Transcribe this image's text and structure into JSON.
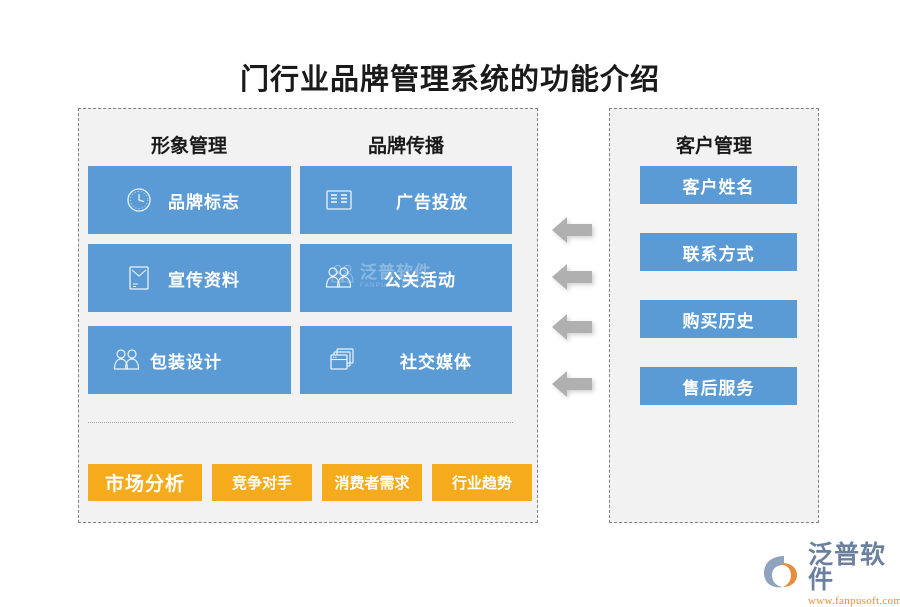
{
  "title": "门行业品牌管理系统的功能介绍",
  "colors": {
    "blue": "#5b9bd5",
    "orange": "#f5ab1c",
    "panel_bg": "#f2f2f2",
    "panel_border": "#808080",
    "arrow": "#b0b0b0",
    "title_text": "#1a1a1a",
    "logo_cn": "#6b7f9e",
    "logo_url": "#e98a3c"
  },
  "brand_panel": {
    "columns": [
      {
        "header": "形象管理",
        "items": [
          {
            "label": "品牌标志",
            "icon": "clock-icon"
          },
          {
            "label": "宣传资料",
            "icon": "document-envelope-icon"
          },
          {
            "label": "包装设计",
            "icon": "people-group-icon"
          }
        ]
      },
      {
        "header": "品牌传播",
        "items": [
          {
            "label": "广告投放",
            "icon": "billboard-list-icon"
          },
          {
            "label": "公关活动",
            "icon": "people-group-icon"
          },
          {
            "label": "社交媒体",
            "icon": "stacked-windows-icon"
          }
        ]
      }
    ],
    "analysis_items": [
      {
        "label": "市场分析"
      },
      {
        "label": "竞争对手"
      },
      {
        "label": "消费者需求"
      },
      {
        "label": "行业趋势"
      }
    ]
  },
  "customer_panel": {
    "header": "客户管理",
    "items": [
      {
        "label": "客户姓名"
      },
      {
        "label": "联系方式"
      },
      {
        "label": "购买历史"
      },
      {
        "label": "售后服务"
      }
    ]
  },
  "arrows": {
    "count": 4,
    "direction": "left",
    "icon": "arrow-left-icon"
  },
  "watermark": {
    "cn": "泛普软件",
    "en": "FANPU SOFTWARE"
  },
  "logo": {
    "cn": "泛普软件",
    "url": "www.fanpusoft.com"
  }
}
